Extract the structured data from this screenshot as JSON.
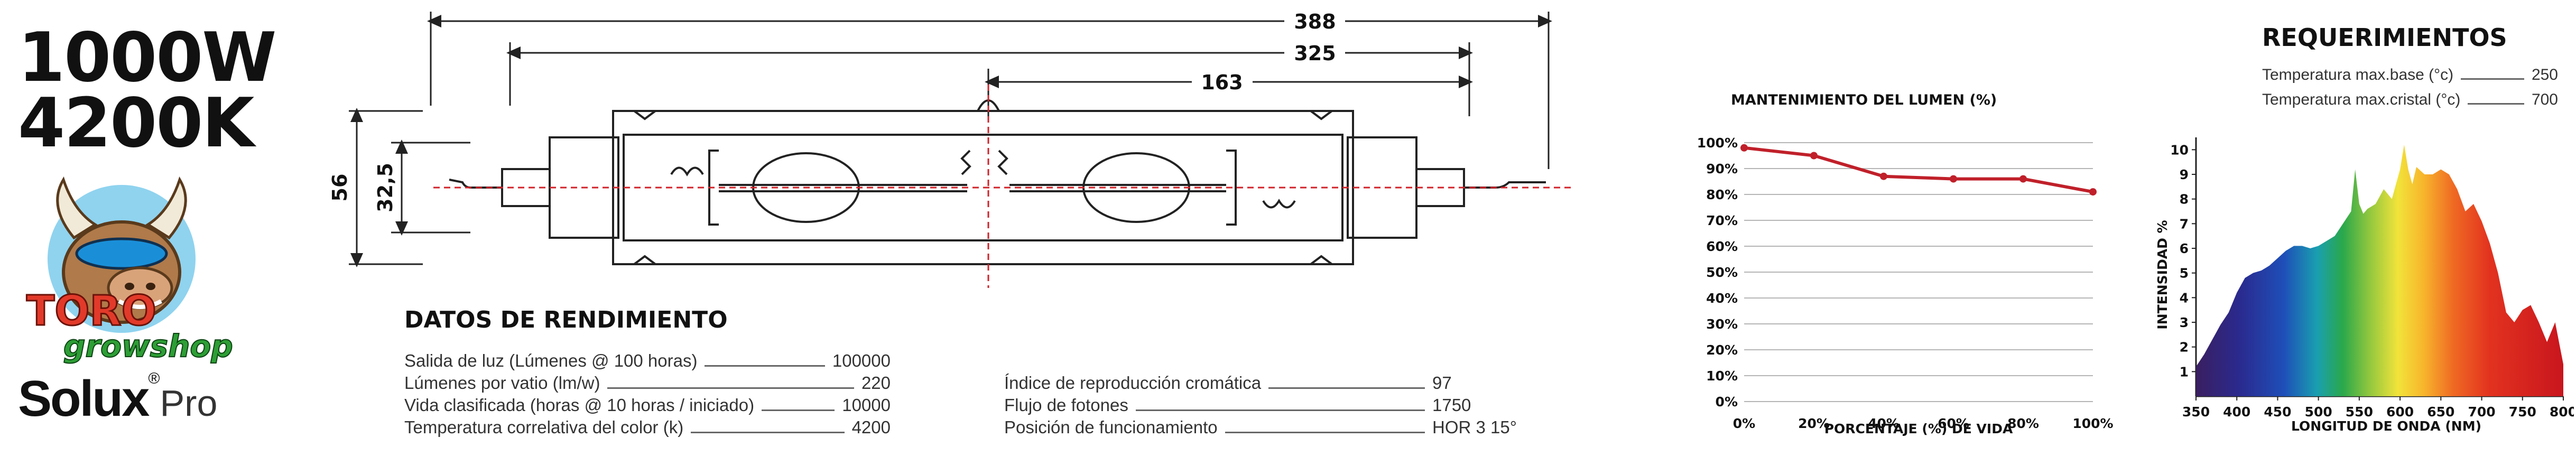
{
  "header": {
    "wattage": "1000W",
    "color_temp": "4200K"
  },
  "brand": {
    "logo_line1": "TORO",
    "logo_line2": "growshop",
    "solux": "Solux",
    "pro": "Pro"
  },
  "dimensions": {
    "overall": "388",
    "inner": "325",
    "half": "163",
    "height": "56",
    "inner_height": "32,5"
  },
  "performance": {
    "title": "DATOS DE RENDIMIENTO",
    "left": [
      {
        "label": "Salida de luz (Lúmenes @ 100 horas)",
        "value": "100000"
      },
      {
        "label": "Lúmenes por vatio (lm/w)",
        "value": "220"
      },
      {
        "label": "Vida clasificada (horas @ 10 horas / iniciado)",
        "value": "10000"
      },
      {
        "label": "Temperatura correlativa del color  (k)",
        "value": "4200"
      }
    ],
    "right": [
      {
        "label": "Índice de reproducción cromática",
        "value": "97"
      },
      {
        "label": "Flujo de fotones",
        "value": "1750"
      },
      {
        "label": "Posición de funcionamiento",
        "value": "HOR 3 15°"
      }
    ]
  },
  "requirements": {
    "title": "REQUERIMIENTOS",
    "items": [
      {
        "label": "Temperatura max.base (°c)",
        "value": "250"
      },
      {
        "label": "Temperatura max.cristal (°c)",
        "value": "700"
      }
    ]
  },
  "chart_data": [
    {
      "type": "line",
      "title": "MANTENIMIENTO DEL LUMEN (%)",
      "xlabel": "PORCENTAJE (%) DE VIDA",
      "ylabel": "",
      "x": [
        0,
        20,
        40,
        60,
        80,
        100
      ],
      "x_tick_labels": [
        "0%",
        "20%",
        "40%",
        "60%",
        "80%",
        "100%"
      ],
      "y_tick_labels": [
        "0%",
        "10%",
        "20%",
        "30%",
        "40%",
        "50%",
        "60%",
        "70%",
        "80%",
        "90%",
        "100%"
      ],
      "series": [
        {
          "values": [
            98,
            95,
            87,
            86,
            86,
            81
          ]
        }
      ],
      "xlim": [
        0,
        100
      ],
      "ylim": [
        0,
        100
      ],
      "grid": true,
      "line_color": "#c0202a"
    },
    {
      "type": "area",
      "title": "",
      "xlabel": "LONGITUD DE ONDA (NM)",
      "ylabel": "INTENSIDAD %",
      "x_ticks": [
        350,
        400,
        450,
        500,
        550,
        600,
        650,
        700,
        750,
        800
      ],
      "y_ticks": [
        1,
        2,
        3,
        4,
        5,
        6,
        7,
        8,
        9,
        10
      ],
      "xlim": [
        350,
        800
      ],
      "ylim": [
        0,
        10.5
      ],
      "x": [
        350,
        360,
        370,
        380,
        390,
        400,
        405,
        410,
        420,
        430,
        435,
        440,
        450,
        460,
        470,
        480,
        490,
        500,
        510,
        520,
        530,
        540,
        545,
        550,
        555,
        560,
        570,
        580,
        590,
        600,
        605,
        610,
        615,
        620,
        630,
        640,
        650,
        660,
        670,
        680,
        690,
        700,
        710,
        720,
        730,
        740,
        750,
        760,
        770,
        780,
        790,
        800
      ],
      "values": [
        1.2,
        1.7,
        2.3,
        2.9,
        3.4,
        4.2,
        4.5,
        4.8,
        5.0,
        5.1,
        5.2,
        5.3,
        5.6,
        5.9,
        6.1,
        6.1,
        6.0,
        6.1,
        6.3,
        6.5,
        7.0,
        7.5,
        9.2,
        7.8,
        7.4,
        7.6,
        7.8,
        8.4,
        8.0,
        9.2,
        10.2,
        9.2,
        8.6,
        9.3,
        9.0,
        9.0,
        9.2,
        9.0,
        8.4,
        7.5,
        7.8,
        7.1,
        6.2,
        5.0,
        3.4,
        3.0,
        3.5,
        3.7,
        3.0,
        2.2,
        3.0,
        1.3
      ]
    }
  ]
}
